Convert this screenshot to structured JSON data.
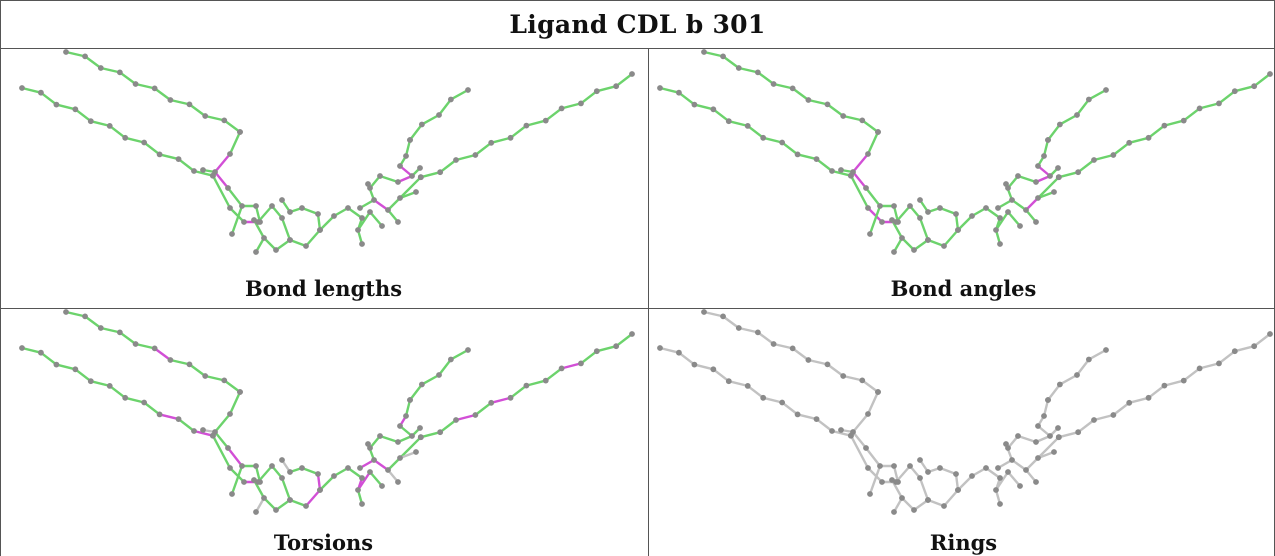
{
  "title": "Ligand CDL b 301",
  "colors": {
    "ok_bond": "#6cd36c",
    "outlier_bond": "#d24fd6",
    "neutral_bond": "#c2c2c2",
    "atom": "#8a8a8a",
    "border": "#555555"
  },
  "panels": [
    {
      "caption": "Bond lengths",
      "mode": "lengths"
    },
    {
      "caption": "Bond angles",
      "mode": "angles"
    },
    {
      "caption": "Torsions",
      "mode": "torsions"
    },
    {
      "caption": "Rings",
      "mode": "rings"
    }
  ]
}
